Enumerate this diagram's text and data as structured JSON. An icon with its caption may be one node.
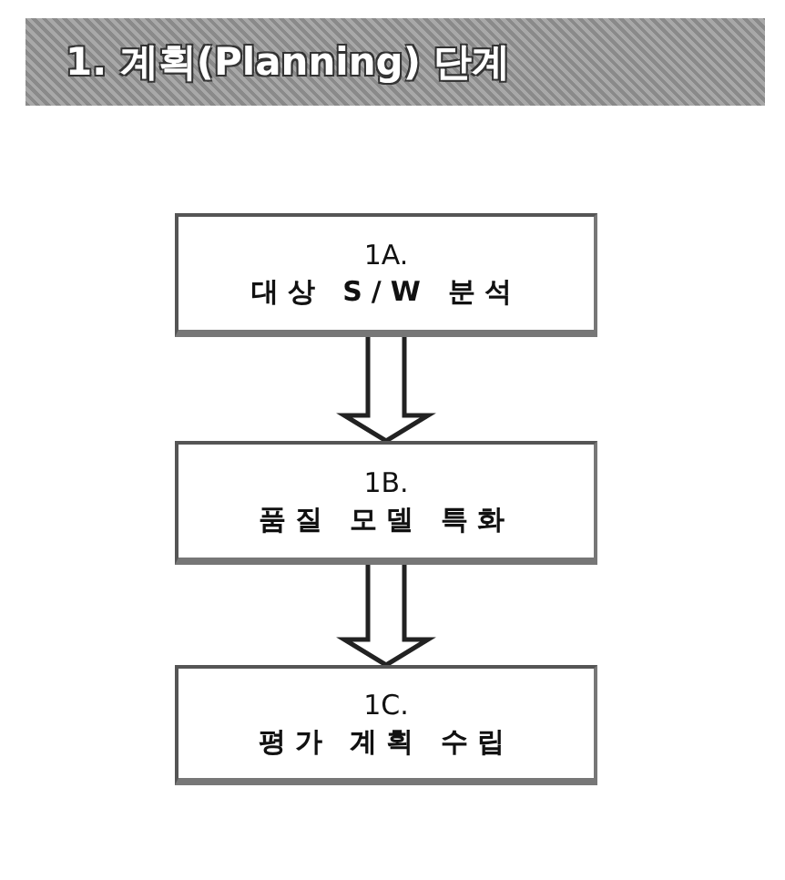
{
  "diagram": {
    "title": "1. 계획(Planning) 단계",
    "nodes": [
      {
        "text": [
          "1A.",
          "대상 S/W 분석"
        ]
      },
      {
        "text": [
          "1B.",
          "품질 모델 특화"
        ]
      },
      {
        "text": [
          "1C.",
          "평가 계획 수립"
        ]
      }
    ],
    "edges": [
      {
        "from": 0,
        "to": 1,
        "arrow": "to"
      },
      {
        "from": 1,
        "to": 2,
        "arrow": "to"
      }
    ]
  }
}
